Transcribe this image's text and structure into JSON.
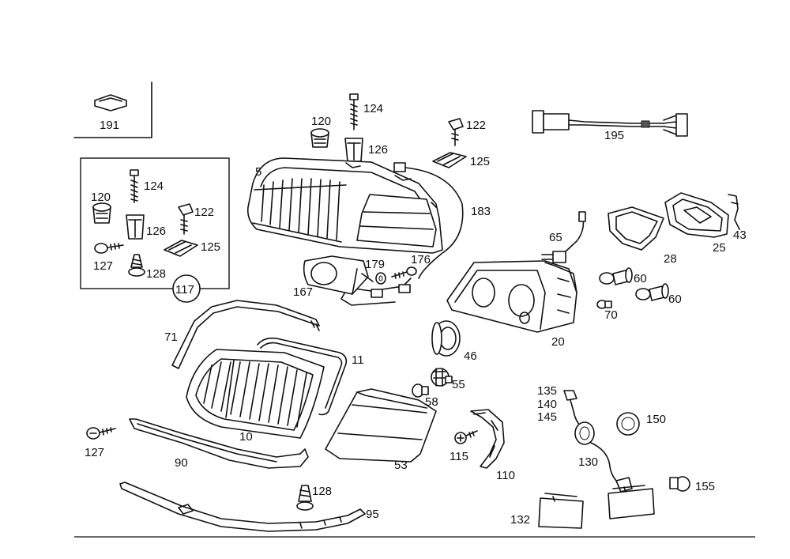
{
  "labels": {
    "l191": "191",
    "l124a": "124",
    "l120a": "120",
    "l126a": "126",
    "l5": "5",
    "l122a": "122",
    "l125a": "125",
    "l195": "195",
    "l183": "183",
    "l124b": "124",
    "l120b": "120",
    "l122b": "122",
    "l126b": "126",
    "l125b": "125",
    "l127a": "127",
    "l128a": "128",
    "l117": "117",
    "l179": "179",
    "l176": "176",
    "l167": "167",
    "l65": "65",
    "l28": "28",
    "l25": "25",
    "l43": "43",
    "l60a": "60",
    "l60b": "60",
    "l70": "70",
    "l20": "20",
    "l71": "71",
    "l11": "11",
    "l46": "46",
    "l55": "55",
    "l58": "58",
    "l10": "10",
    "l127b": "127",
    "l90": "90",
    "l53": "53",
    "l115": "115",
    "l110": "110",
    "l135": "135",
    "l140": "140",
    "l145": "145",
    "l150": "150",
    "l130": "130",
    "l155": "155",
    "l128b": "128",
    "l95": "95",
    "l132": "132"
  }
}
